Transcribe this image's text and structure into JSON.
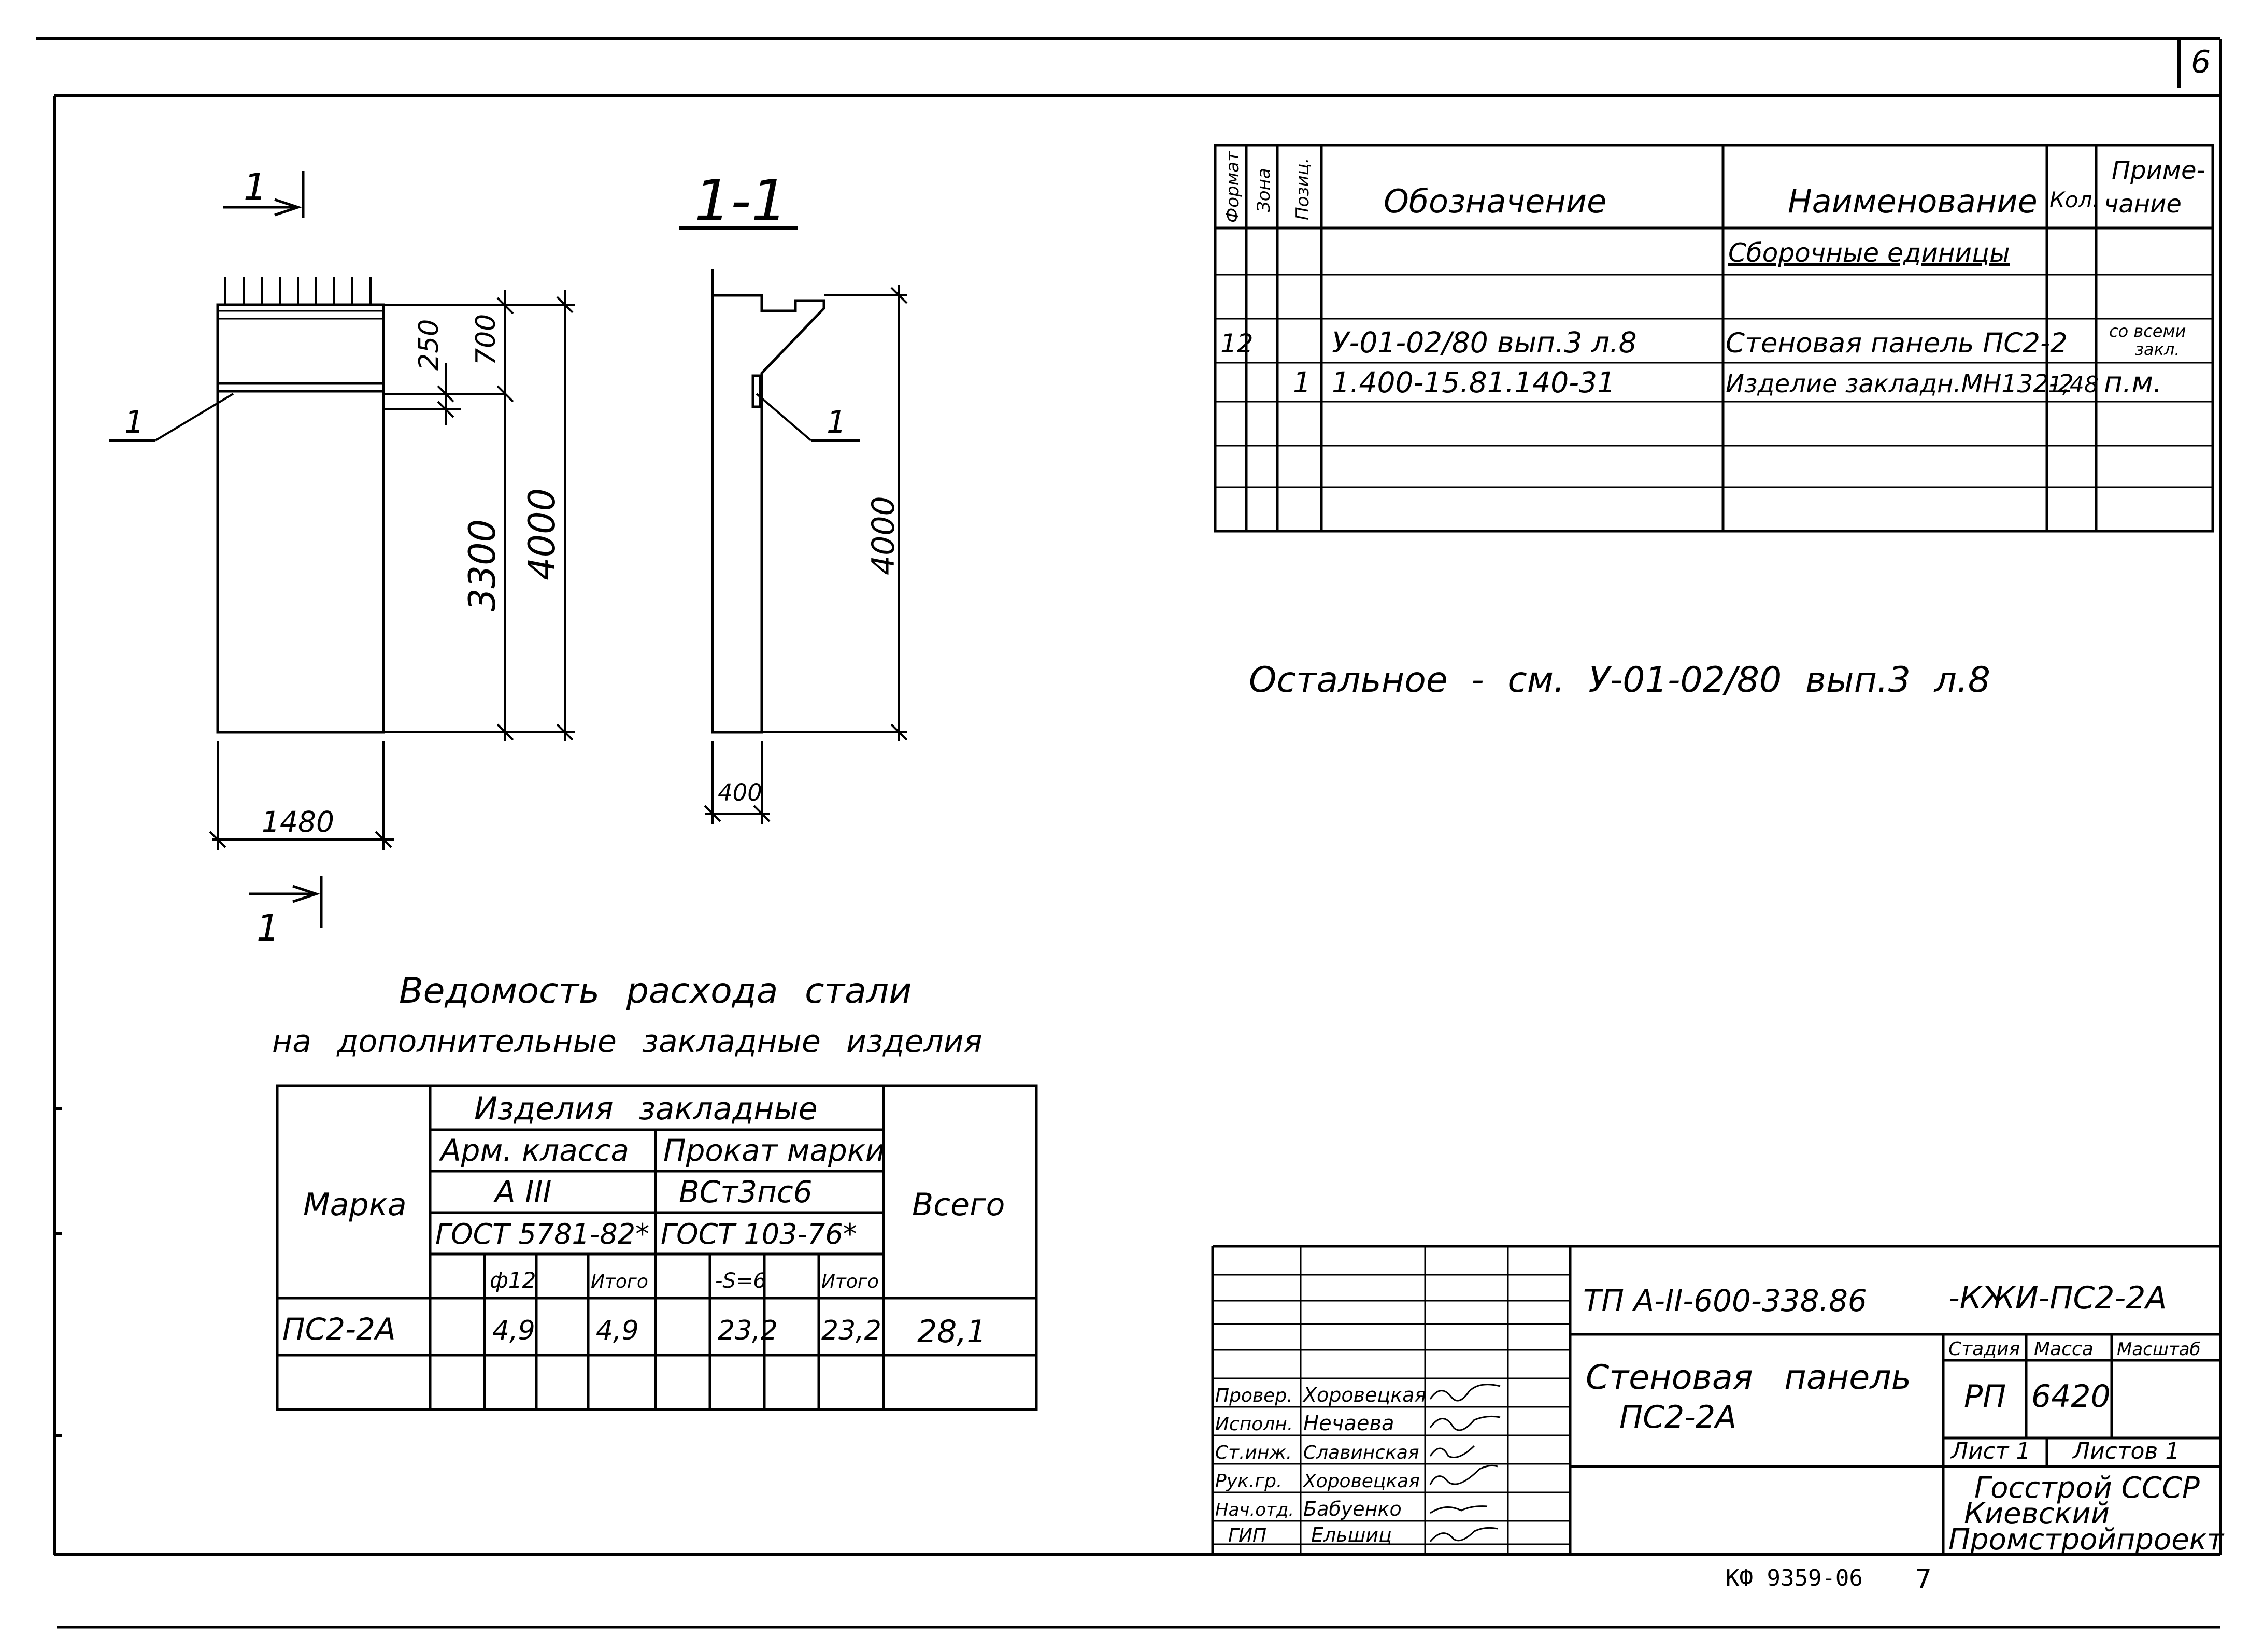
{
  "sheet_number": "6",
  "bottom_code": "КФ 9359-06",
  "bottom_number": "7",
  "drawings": {
    "front_view": {
      "section_mark_top": "1",
      "section_mark_bottom": "1",
      "leader_label": "1",
      "dim_250": "250",
      "dim_700": "700",
      "dim_3300": "3300",
      "dim_4000": "4000",
      "dim_1480": "1480"
    },
    "section_view": {
      "title": "1-1",
      "leader_label": "1",
      "dim_4000": "4000",
      "dim_400": "400"
    }
  },
  "spec_table": {
    "headers": {
      "format": "Формат",
      "zone": "Зона",
      "position": "Позиц.",
      "designation": "Обозначение",
      "name": "Наименование",
      "qty": "Кол.",
      "note_line1": "Приме-",
      "note_line2": "чание"
    },
    "section_title": "Сборочные единицы",
    "rows": [
      {
        "format": "12",
        "position": "",
        "designation": "У-01-02/80 вып.3 л.8",
        "name": "Стеновая панель ПС2-2",
        "qty": "",
        "note_line1": "со всеми",
        "note_line2": "закл."
      },
      {
        "format": "",
        "position": "1",
        "designation": "1.400-15.81.140-31",
        "name": "Изделие закладн.МН132-2",
        "qty": "1,48",
        "note_line1": "п.м.",
        "note_line2": ""
      }
    ]
  },
  "note_text": "Остальное - см. У-01-02/80 вып.3 л.8",
  "steel_table": {
    "title_line1": "Ведомость расхода стали",
    "title_line2": "на дополнительные закладные изделия",
    "header_marka": "Марка",
    "header_group": "Изделия закладные",
    "header_arm": "Арм. класса",
    "header_arm_class": "А III",
    "header_arm_gost": "ГОСТ 5781-82*",
    "header_prokat": "Прокат марки",
    "header_prokat_grade": "ВСт3пс6",
    "header_prokat_gost": "ГОСТ 103-76*",
    "header_total": "Всего",
    "sub_d12": "ф12",
    "sub_itogo_1": "Итого",
    "sub_s6": "-S=6",
    "sub_itogo_2": "Итого",
    "row": {
      "marka": "ПС2-2А",
      "d12": "4,9",
      "itogo_1": "4,9",
      "s6": "23,2",
      "itogo_2": "23,2",
      "total": "28,1"
    }
  },
  "title_block": {
    "code": "ТП А-II-600-338.86",
    "code_suffix": "-КЖИ-ПС2-2А",
    "title_line1": "Стеновая панель",
    "title_line2": "ПС2-2А",
    "stage_label": "Стадия",
    "mass_label": "Масса",
    "scale_label": "Масштаб",
    "stage_value": "РП",
    "mass_value": "6420",
    "scale_value": "",
    "sheet_label": "Лист 1",
    "sheets_label": "Листов 1",
    "org_line1": "Госстрой СССР",
    "org_line2": "Киевский",
    "org_line3": "Промстройпроект",
    "roles": [
      {
        "role": "Провер.",
        "name": "Хоровецкая"
      },
      {
        "role": "Исполн.",
        "name": "Нечаева"
      },
      {
        "role": "Ст.инж.",
        "name": "Славинская"
      },
      {
        "role": "Рук.гр.",
        "name": "Хоровецкая"
      },
      {
        "role": "Нач.отд.",
        "name": "Бабуенко"
      },
      {
        "role": "ГИП",
        "name": "Ельшиц"
      }
    ]
  }
}
